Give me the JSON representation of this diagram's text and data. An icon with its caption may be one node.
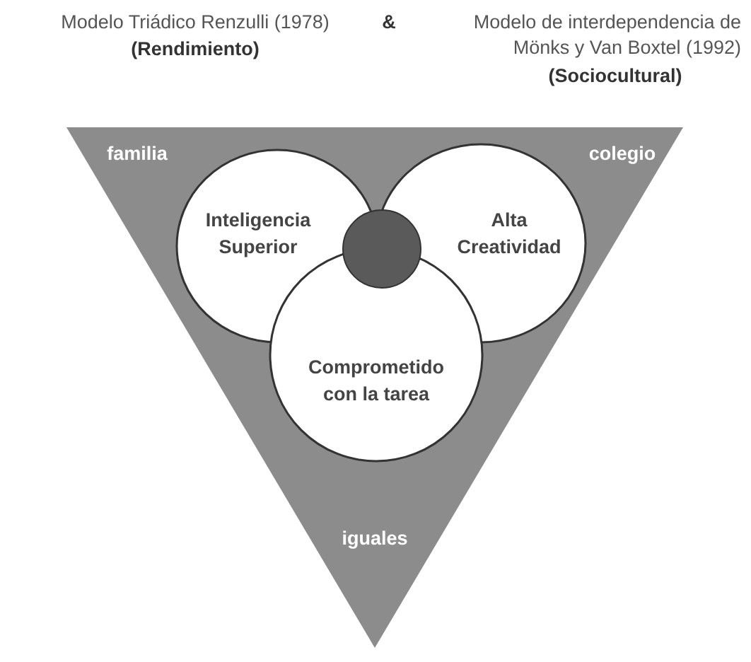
{
  "diagram": {
    "nodes": [
      {
        "text": [
          "familia",
          "colegio",
          "iguales"
        ]
      },
      {
        "text": [
          "Inteligencia Superior"
        ],
        "in": 0
      },
      {
        "text": [
          "Alta Creatividad"
        ],
        "in": 0
      },
      {
        "text": [
          "Comprometido con la tarea"
        ],
        "in": 0
      },
      {
        "text": [],
        "shape": "circle",
        "in": 0
      }
    ],
    "labels": [
      "Modelo Triádico Renzulli (1978)",
      "(Rendimiento)",
      "&",
      "Modelo de interdependencia de Mönks y Van Boxtel (1992)",
      "(Sociocultural)"
    ]
  }
}
